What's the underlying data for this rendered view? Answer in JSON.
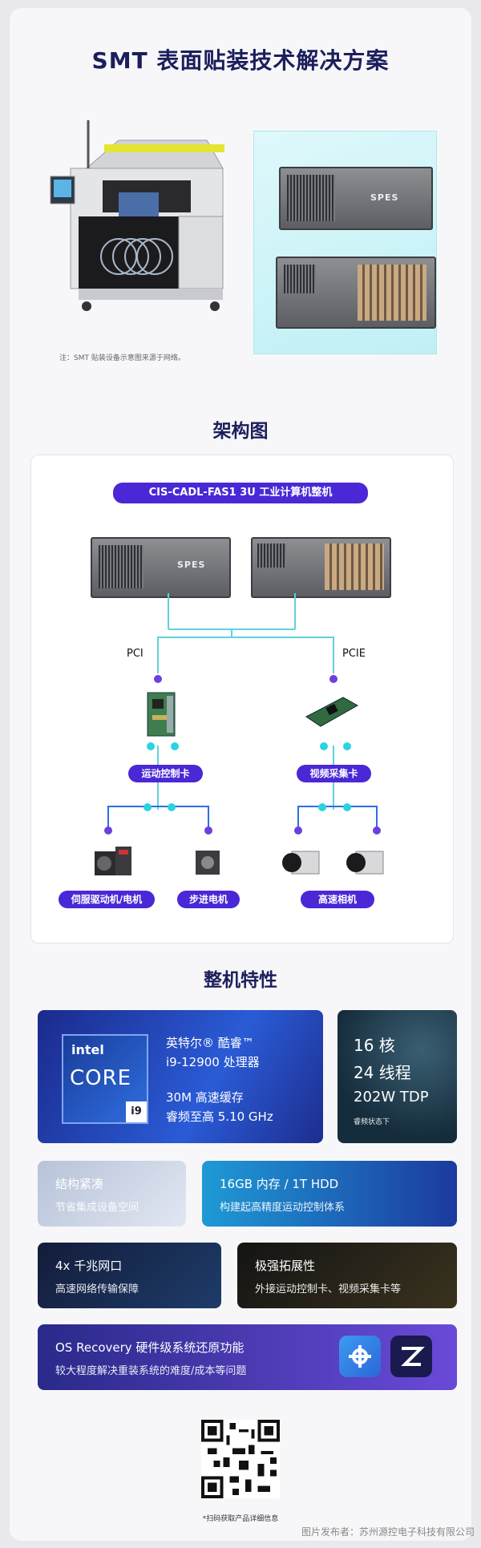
{
  "page": {
    "title": "SMT 表面贴装技术解决方案",
    "note": "注：SMT 贴装设备示意图来源于网络。",
    "arch_title": "架构图",
    "features_title": "整机特性",
    "scan_text": "*扫码获取产品详细信息",
    "credit": "图片发布者：苏州源控电子科技有限公司"
  },
  "arch": {
    "header": "CIS-CADL-FAS1   3U 工业计算机整机",
    "left_bus": "PCI",
    "right_bus": "PCIE",
    "motion_card": "运动控制卡",
    "video_card": "视频采集卡",
    "servo": "伺服驱动机/电机",
    "stepper": "步进电机",
    "camera": "高速相机",
    "chassis_logo": "SPES"
  },
  "features": {
    "cpu_brand": "intel",
    "cpu_core": "CORE",
    "cpu_tier": "i9",
    "cpu_name": "英特尔® 酷睿™",
    "cpu_model": "i9-12900 处理器",
    "cache": "30M 高速缓存",
    "freq": "睿频至高 5.10 GHz",
    "cores": "16 核",
    "threads": "24 线程",
    "tdp": "202W TDP",
    "turbo_note": "睿频状态下",
    "compact_title": "结构紧凑",
    "compact_sub": "节省集成设备空间",
    "memory_title": "16GB 内存 / 1T HDD",
    "memory_sub": "构建起高精度运动控制体系",
    "lan_title": "4x 千兆网口",
    "lan_sub": "高速网络传输保障",
    "ext_title": "极强拓展性",
    "ext_sub": "外接运动控制卡、视频采集卡等",
    "os_title": "OS Recovery 硬件级系统还原功能",
    "os_sub": "较大程度解决重装系统的难度/成本等问题"
  },
  "colors": {
    "accent": "#4a28d6",
    "cyan": "#2ad3e0",
    "navy": "#1c1e5c"
  }
}
